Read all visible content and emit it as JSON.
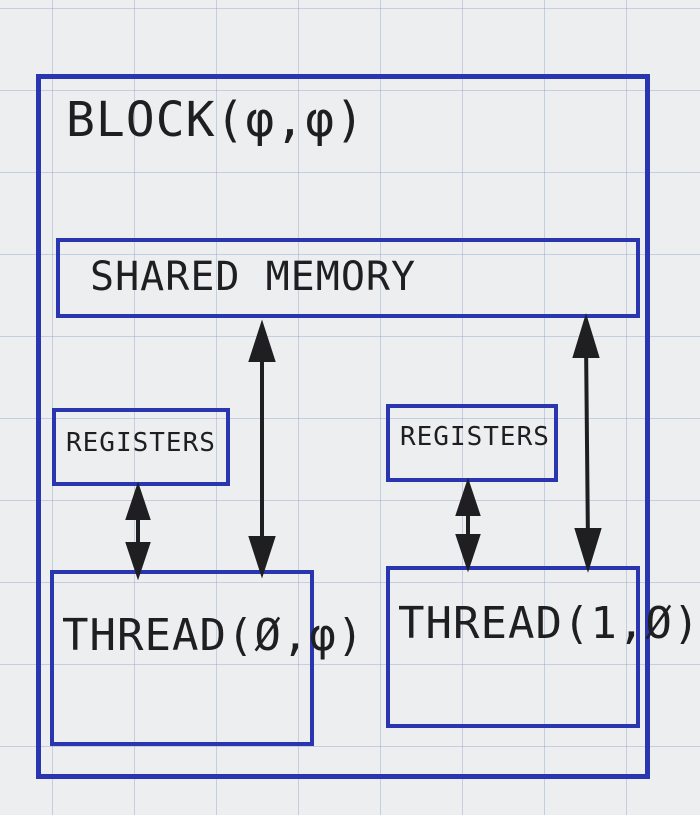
{
  "diagram": {
    "block_label": "BLOCK(φ,φ)",
    "shared_memory_label": "SHARED   MEMORY",
    "registers_left_label": "REGISTERS",
    "registers_right_label": "REGISTERS",
    "thread_left_label": "THREAD(Ø,φ)",
    "thread_right_label": "THREAD(1,Ø)"
  },
  "colors": {
    "ink_blue": "#2a35b0",
    "ink_black": "#1f1f22",
    "grid": "#9fb2d0",
    "paper": "#eceef0"
  }
}
